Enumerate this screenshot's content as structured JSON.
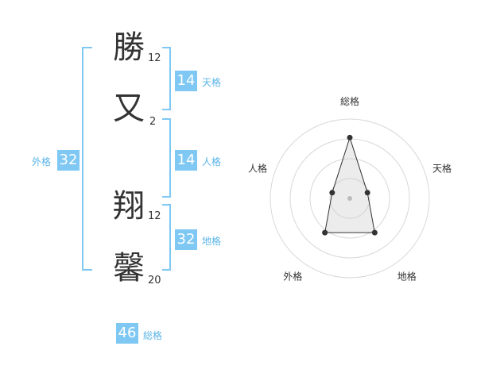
{
  "name": {
    "chars": [
      {
        "char": "勝",
        "strokes": "12"
      },
      {
        "char": "又",
        "strokes": "2"
      },
      {
        "char": "翔",
        "strokes": "12"
      },
      {
        "char": "馨",
        "strokes": "20"
      }
    ]
  },
  "fortunes": {
    "tenkaku": {
      "value": "14",
      "label": "天格"
    },
    "jinkaku": {
      "value": "14",
      "label": "人格"
    },
    "chikaku": {
      "value": "32",
      "label": "地格"
    },
    "gaikaku": {
      "value": "32",
      "label": "外格"
    },
    "soukaku": {
      "value": "46",
      "label": "総格"
    }
  },
  "colors": {
    "accent": "#7ec8f3",
    "bracket": "#7ec8f3",
    "text": "#333333",
    "label": "#5ab4e8"
  },
  "chart_data": {
    "type": "radar",
    "axes": [
      "総格",
      "天格",
      "地格",
      "外格",
      "人格"
    ],
    "values": [
      46,
      14,
      32,
      32,
      14
    ],
    "rings": 4
  }
}
